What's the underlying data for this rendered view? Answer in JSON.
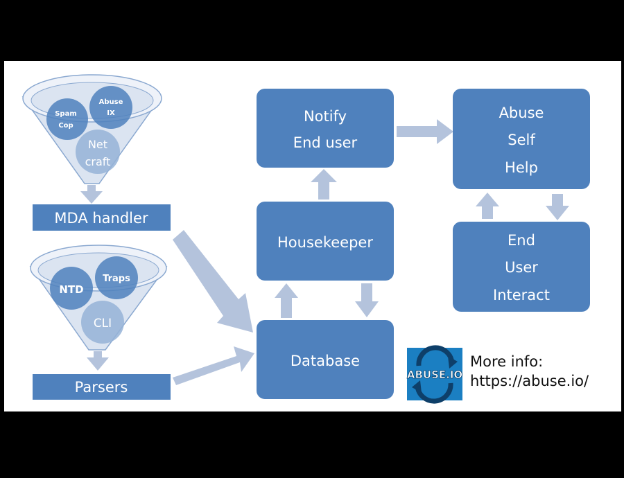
{
  "colors": {
    "box": "#4f81bd",
    "box_text": "#ffffff",
    "arrow": "#b4c3dc",
    "funnel_fill": "#dbe4f1",
    "funnel_stroke": "#8aa8d0",
    "bubble_dark": "#4f81bd",
    "bubble_light": "#95b3d7",
    "logo_bg": "#1b7fc2",
    "logo_dark": "#0e3f69"
  },
  "funnels": [
    {
      "bubbles": [
        {
          "lines": [
            "Spam",
            "Cop"
          ],
          "style": "dark"
        },
        {
          "lines": [
            "Abuse",
            "IX"
          ],
          "style": "dark"
        },
        {
          "lines": [
            "Net",
            "craft"
          ],
          "style": "light"
        }
      ],
      "label": "MDA handler"
    },
    {
      "bubbles": [
        {
          "lines": [
            "NTD"
          ],
          "style": "dark"
        },
        {
          "lines": [
            "Traps"
          ],
          "style": "dark"
        },
        {
          "lines": [
            "CLI"
          ],
          "style": "light"
        }
      ],
      "label": "Parsers"
    }
  ],
  "boxes": {
    "notify": [
      "Notify",
      "End user"
    ],
    "housekeeper": [
      "Housekeeper"
    ],
    "database": [
      "Database"
    ],
    "selfhelp": [
      "Abuse",
      "Self",
      "Help"
    ],
    "interact": [
      "End",
      "User",
      "Interact"
    ]
  },
  "logo": {
    "text": "ABUSE.IO",
    "icon": "recycle-arrows-icon"
  },
  "info": {
    "line1": "More info:",
    "line2": "https://abuse.io/"
  }
}
